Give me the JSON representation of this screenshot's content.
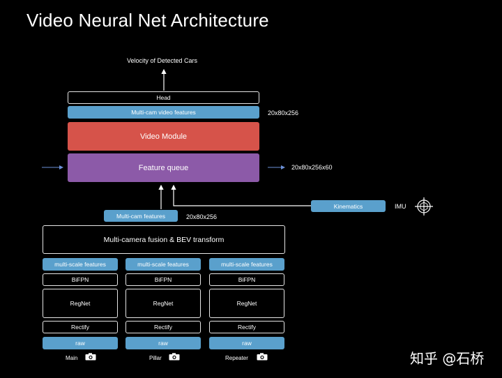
{
  "title": "Video Neural Net Architecture",
  "output_label": "Velocity of Detected Cars",
  "head_label": "Head",
  "multicam_video_features": "Multi-cam video features",
  "video_features_dims": "20x80x256",
  "video_module": "Video Module",
  "feature_queue": "Feature queue",
  "queue_dims": "20x80x256x60",
  "multicam_features": "Multi-cam features",
  "multicam_features_dims": "20x80x256",
  "kinematics": "Kinematics",
  "imu": "IMU",
  "fusion": "Multi-camera fusion & BEV transform",
  "columns": [
    {
      "features": "multi-scale features",
      "bifpn": "BiFPN",
      "regnet": "RegNet",
      "rectify": "Rectify",
      "raw": "raw",
      "camera": "Main"
    },
    {
      "features": "multi-scale features",
      "bifpn": "BiFPN",
      "regnet": "RegNet",
      "rectify": "Rectify",
      "raw": "raw",
      "camera": "Pillar"
    },
    {
      "features": "multi-scale features",
      "bifpn": "BiFPN",
      "regnet": "RegNet",
      "rectify": "Rectify",
      "raw": "raw",
      "camera": "Repeater"
    }
  ],
  "watermark": "知乎 @石桥",
  "colors": {
    "blue": "#5aa0cc",
    "red": "#d6534a",
    "purple": "#8c5aa8"
  }
}
